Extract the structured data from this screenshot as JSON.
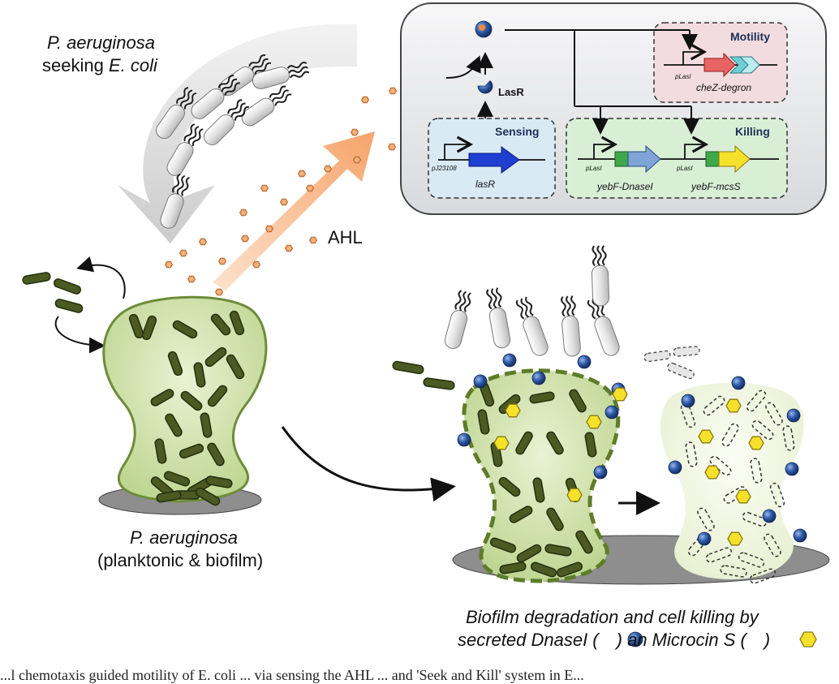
{
  "labels": {
    "pa_seeking_line1": "P. aeruginosa",
    "pa_seeking_line2_a": "seeking ",
    "pa_seeking_line2_b": "E. coli",
    "ahl": "AHL",
    "pa_caption_line1": "P. aeruginosa",
    "pa_caption_line2": "(planktonic & biofilm)",
    "degradation_line1": "Biofilm degradation and cell killing by",
    "degradation_line2_a": "secreted DnaseI (",
    "degradation_line2_b": ") an Microcin S (",
    "degradation_line2_c": ")",
    "bottom_cut_text": "...l chemotaxis guided motility of E. coli ... via sensing the AHL ... and 'Seek and Kill' system in E..."
  },
  "circuit": {
    "lasr_label": "LasR",
    "sensing_title": "Sensing",
    "motility_title": "Motility",
    "killing_title": "Killing",
    "sensing_promoter": "pJ23108",
    "sensing_gene": "lasR",
    "motility_promoter": "pLasI",
    "motility_gene": "cheZ-degron",
    "killing_promoter_1": "pLasI",
    "killing_gene_1": "yebF-DnaseI",
    "killing_promoter_2": "pLasI",
    "killing_gene_2": "yebF-mcsS"
  },
  "colors": {
    "ecoli_cell": "#d9d9d9",
    "pa_cell": "#4a5a22",
    "biofilm_fill": "#c8dca0",
    "ahl_dot": "#f0a060",
    "dnase": "#2d5aa8",
    "microcin": "#f5e12a",
    "sensing_box": "#d9eaf5",
    "motility_box": "#f3dce0",
    "killing_box": "#d8efd6"
  }
}
